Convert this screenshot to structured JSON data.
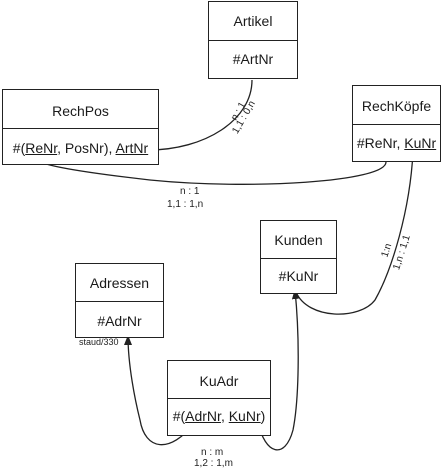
{
  "entities": {
    "artikel": {
      "name": "Artikel",
      "key": "#ArtNr"
    },
    "rechpos": {
      "name": "RechPos",
      "key_prefix": "#(",
      "k1": "ReNr",
      "sep1": ", PosNr), ",
      "k2": "ArtNr"
    },
    "rechkoepfe": {
      "name": "RechKöpfe",
      "key_prefix": "#ReNr, ",
      "k1": "KuNr"
    },
    "kunden": {
      "name": "Kunden",
      "key": "#KuNr"
    },
    "adressen": {
      "name": "Adressen",
      "key": "#AdrNr"
    },
    "kuadr": {
      "name": "KuAdr",
      "key_prefix": "#(",
      "k1": "AdrNr",
      "sep1": ", ",
      "k2": "KuNr",
      "key_suffix": ")"
    }
  },
  "relations": {
    "artikel_rechpos": {
      "card1": "n : 1",
      "card2": "1,1 : 0,n"
    },
    "rechkoepfe_rechpos": {
      "card1": "n : 1",
      "card2": "1,1 : 1,n"
    },
    "kunden_rechkoepfe": {
      "card1": "1:n",
      "card2": "1,n : 1,1"
    },
    "kuadr_links": {
      "card1": "n : m",
      "card2": "1,2 : 1,m"
    }
  },
  "note": "staud/330"
}
